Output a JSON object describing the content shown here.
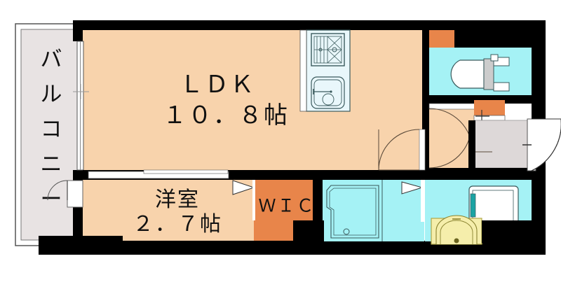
{
  "plan": {
    "title": "間取り図",
    "type": "1LDK apartment floor plan",
    "unit_of_area": "帖"
  },
  "colors": {
    "wall": "#000000",
    "living_floor": "#f8d3ac",
    "balcony_floor": "#e8e3e3",
    "wet_area": "#a5f2f5",
    "closet": "#e8854a",
    "entrance_floor": "#ddd8d8",
    "vanity": "#f5eeab",
    "kitchen_counter": "#e9f7fb",
    "outline": "#333333",
    "fixture_line": "#3a5a5c",
    "background": "#ffffff"
  },
  "rooms": [
    {
      "id": "balcony",
      "name": "バルコニー",
      "name_chars": [
        "バ",
        "ル",
        "コ",
        "ニ",
        "ー"
      ],
      "area": "",
      "fill": "#e8e3e3"
    },
    {
      "id": "ldk",
      "name": "LDK",
      "name_display": "ＬＤＫ",
      "area": "10.8帖",
      "area_display": "１０．８帖",
      "fill": "#f8d3ac"
    },
    {
      "id": "bedroom",
      "name": "洋室",
      "area": "2.7帖",
      "area_display": "２．７帖",
      "fill": "#f8d3ac"
    },
    {
      "id": "wic",
      "name": "WIC",
      "area": "",
      "fill": "#e8854a"
    },
    {
      "id": "bath",
      "name": "",
      "area": "",
      "fill": "#a5f2f5"
    },
    {
      "id": "toilet",
      "name": "",
      "area": "",
      "fill": "#a5f2f5"
    },
    {
      "id": "washroom",
      "name": "",
      "area": "",
      "fill": "#a5f2f5"
    },
    {
      "id": "entrance",
      "name": "",
      "area": "",
      "fill": "#ddd8d8"
    },
    {
      "id": "hallway",
      "name": "",
      "area": "",
      "fill": "#f8d3ac"
    }
  ],
  "labels": {
    "balcony": "バルコニー",
    "balcony_chars": [
      "バ",
      "ル",
      "コ",
      "ニ",
      "ー"
    ],
    "ldk_name": "ＬＤＫ",
    "ldk_area": "１０．８帖",
    "bedroom_name": "洋室",
    "bedroom_area": "２．７帖",
    "wic": "ＷＩＣ"
  },
  "fixtures": [
    {
      "id": "gas-stove",
      "name": "gas-stove-icon",
      "burners": 2
    },
    {
      "id": "kitchen-sink",
      "name": "kitchen-sink-icon",
      "has_faucet": true
    },
    {
      "id": "bathtub",
      "name": "bathtub-icon",
      "has_drain": true
    },
    {
      "id": "toilet",
      "name": "toilet-icon",
      "has_tank": true
    },
    {
      "id": "vanity",
      "name": "washbasin-vanity-icon",
      "has_mirror": true
    },
    {
      "id": "washer-space",
      "name": "washing-machine-space-icon"
    },
    {
      "id": "shoe-closet",
      "name": "shoe-closet-icon"
    },
    {
      "id": "entrance-door",
      "name": "entrance-door-icon",
      "swing": "outward"
    },
    {
      "id": "balcony-door",
      "name": "balcony-door-icon",
      "swing": "inward"
    },
    {
      "id": "ldk-door",
      "name": "ldk-door-icon",
      "swing": "inward"
    },
    {
      "id": "hallway-door-a",
      "name": "hallway-door-icon",
      "swing": "inward"
    },
    {
      "id": "hallway-door-b",
      "name": "hallway-door-icon",
      "swing": "inward"
    },
    {
      "id": "bath-sliding-door",
      "name": "bath-sliding-door-icon"
    },
    {
      "id": "bedroom-sliding-door",
      "name": "bedroom-sliding-door-icon"
    },
    {
      "id": "window-left",
      "name": "window-icon"
    },
    {
      "id": "window-kitchen",
      "name": "window-icon"
    }
  ]
}
